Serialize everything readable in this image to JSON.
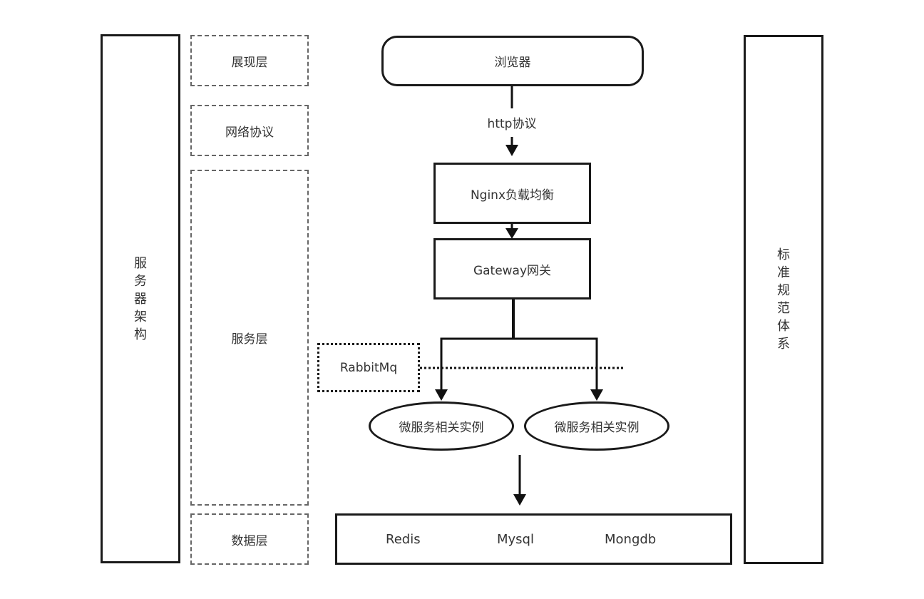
{
  "left_column": {
    "label_chars": [
      "服",
      "务",
      "器",
      "架",
      "构"
    ]
  },
  "right_column": {
    "label_chars": [
      "标",
      "准",
      "规",
      "范",
      "体",
      "系"
    ]
  },
  "layers": [
    {
      "id": "presentation",
      "label": "展现层"
    },
    {
      "id": "network",
      "label": "网络协议"
    },
    {
      "id": "service",
      "label": "服务层"
    },
    {
      "id": "data",
      "label": "数据层"
    }
  ],
  "flow": {
    "browser": "浏览器",
    "protocol_label": "http协议",
    "nginx": "Nginx负载均衡",
    "gateway": "Gateway网关",
    "mq": "RabbitMq",
    "instances": [
      "微服务相关实例",
      "微服务相关实例"
    ],
    "databases": [
      "Redis",
      "Mysql",
      "Mongdb"
    ]
  }
}
